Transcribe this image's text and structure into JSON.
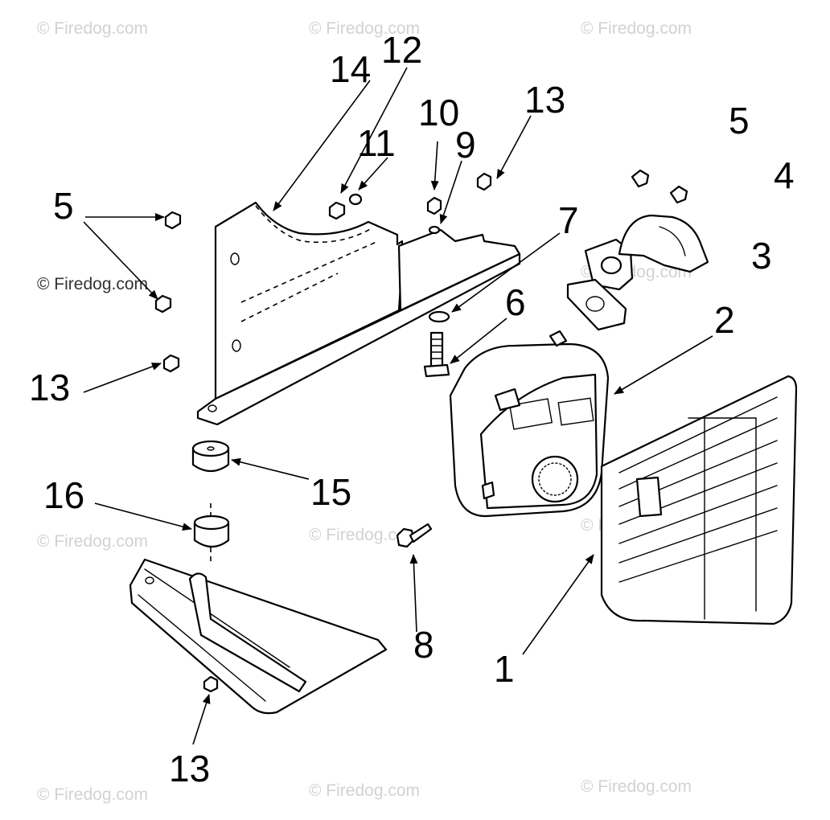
{
  "watermark": "© Firedog.com",
  "callouts": {
    "c14": "14",
    "c12": "12",
    "c11": "11",
    "c10": "10",
    "c9": "9",
    "c13a": "13",
    "c5a": "5",
    "c4": "4",
    "c5b": "5",
    "c3": "3",
    "c7": "7",
    "c6": "6",
    "c2": "2",
    "c13b": "13",
    "c15": "15",
    "c16": "16",
    "c8": "8",
    "c1": "1",
    "c13c": "13"
  },
  "colors": {
    "line": "#000000",
    "watermark": "#d2d2d2",
    "background": "#ffffff"
  }
}
